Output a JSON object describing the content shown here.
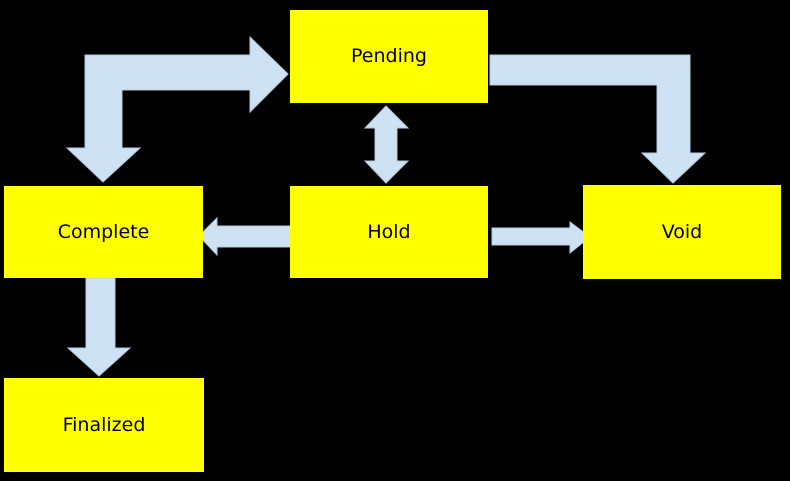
{
  "diagram": {
    "colors": {
      "background": "#000000",
      "node_fill": "#FFFF00",
      "node_text": "#000000",
      "arrow_fill": "#CFE2F3"
    },
    "nodes": [
      {
        "id": "pending",
        "label": "Pending"
      },
      {
        "id": "complete",
        "label": "Complete"
      },
      {
        "id": "hold",
        "label": "Hold"
      },
      {
        "id": "void",
        "label": "Void"
      },
      {
        "id": "finalized",
        "label": "Finalized"
      }
    ],
    "edges": [
      {
        "from": "complete",
        "to": "pending",
        "style": "bent-block-arrow",
        "bidirectional": true
      },
      {
        "from": "pending",
        "to": "hold",
        "style": "block-arrow",
        "bidirectional": true
      },
      {
        "from": "pending",
        "to": "void",
        "style": "bent-block-arrow",
        "bidirectional": false
      },
      {
        "from": "hold",
        "to": "complete",
        "style": "block-arrow",
        "bidirectional": false
      },
      {
        "from": "hold",
        "to": "void",
        "style": "block-arrow",
        "bidirectional": false
      },
      {
        "from": "complete",
        "to": "finalized",
        "style": "block-arrow",
        "bidirectional": false
      }
    ]
  }
}
